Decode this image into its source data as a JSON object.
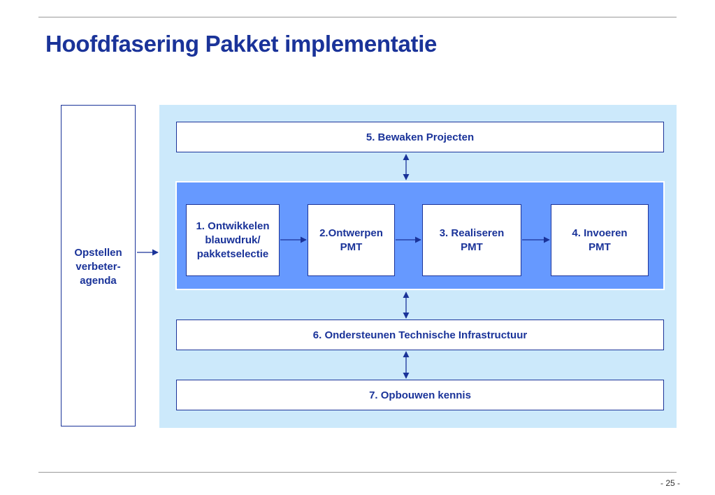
{
  "slide": {
    "title": "Hoofdfasering Pakket implementatie",
    "page_number": "- 25 -"
  },
  "left_box": {
    "label": "Opstellen\nverbeter-\nagenda"
  },
  "bars": {
    "monitor": "5. Bewaken Projecten",
    "infrastructure": "6. Ondersteunen Technische Infrastructuur",
    "knowledge": "7. Opbouwen kennis"
  },
  "steps": [
    {
      "label": "1. Ontwikkelen\nblauwdruk/\npakketselectie"
    },
    {
      "label": "2.Ontwerpen\nPMT"
    },
    {
      "label": "3. Realiseren\nPMT"
    },
    {
      "label": "4. Invoeren\nPMT"
    }
  ],
  "colors": {
    "title": "#1a3399",
    "panel": "#cce9fb",
    "phase_band": "#6699ff",
    "border": "#1a3399"
  }
}
